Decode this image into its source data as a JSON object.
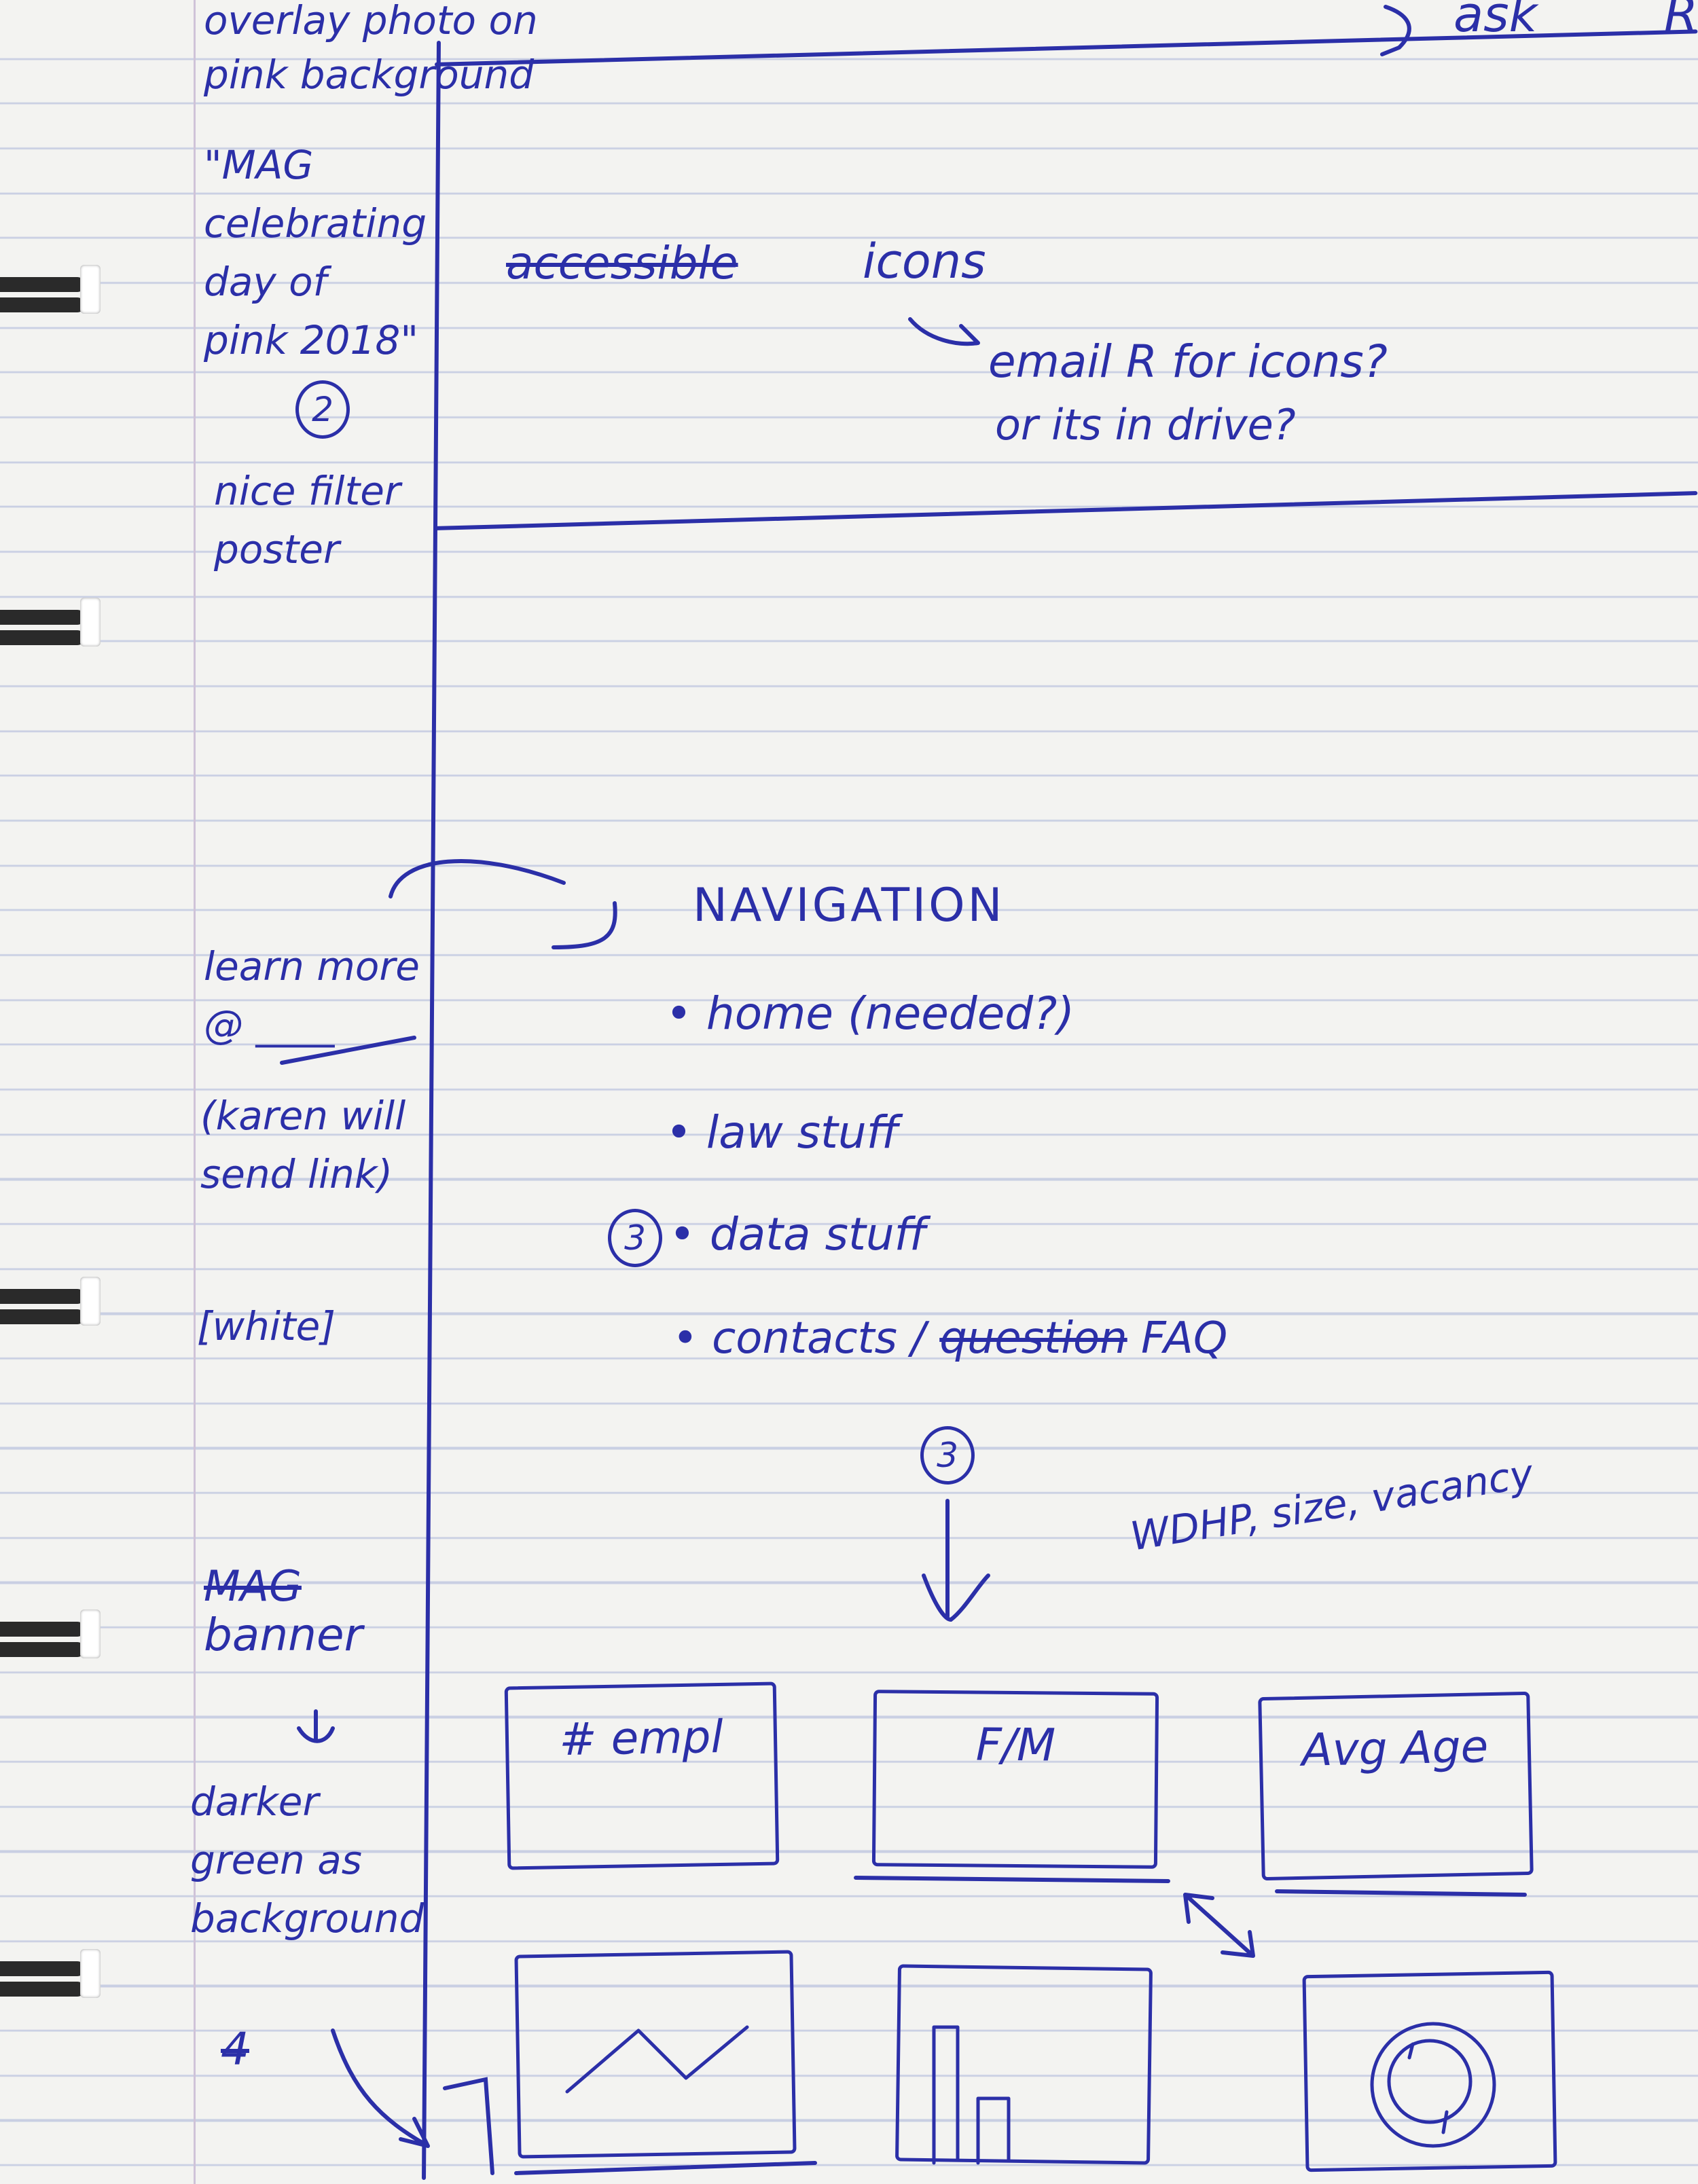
{
  "sidebar_notes": {
    "overlay": "overlay photo on pink background",
    "mag_quote": "\"MAG celebrating day of pink 2018\"",
    "num_2": "2",
    "filter": "nice filter poster",
    "learn_more": "learn more @ ____",
    "karen": "(karen will send link)",
    "white": "[white]",
    "mag_struck": "MAG",
    "banner": "banner",
    "arrow": "↓",
    "darker": "darker green as background",
    "num_4_struck": "4"
  },
  "top": {
    "ask": "ask",
    "ask_letter": "R"
  },
  "icons_section": {
    "struck_word": "accessible",
    "icons": "icons",
    "email_line": "email R for icons?",
    "drive_line": "or its in drive?"
  },
  "navigation": {
    "title": "NAVIGATION",
    "items": [
      {
        "label": "home (needed?)"
      },
      {
        "label": "law stuff"
      },
      {
        "label": "data stuff"
      },
      {
        "label": "contacts / ",
        "struck": "question",
        "after": " FAQ"
      }
    ],
    "num_3_item": "3",
    "num_3_below": "3",
    "note_metrics": "WDHP, size, vacancy"
  },
  "metric_boxes": [
    {
      "label": "# empl"
    },
    {
      "label": "F/M"
    },
    {
      "label": "Avg Age"
    }
  ],
  "chart_boxes": [
    {
      "icon": "line-chart-icon"
    },
    {
      "icon": "bar-chart-icon"
    },
    {
      "icon": "pie-chart-icon"
    }
  ],
  "colors": {
    "ink": "#2b2fa8",
    "paper": "#f3f3f1",
    "rule": "#c9cfe3"
  }
}
